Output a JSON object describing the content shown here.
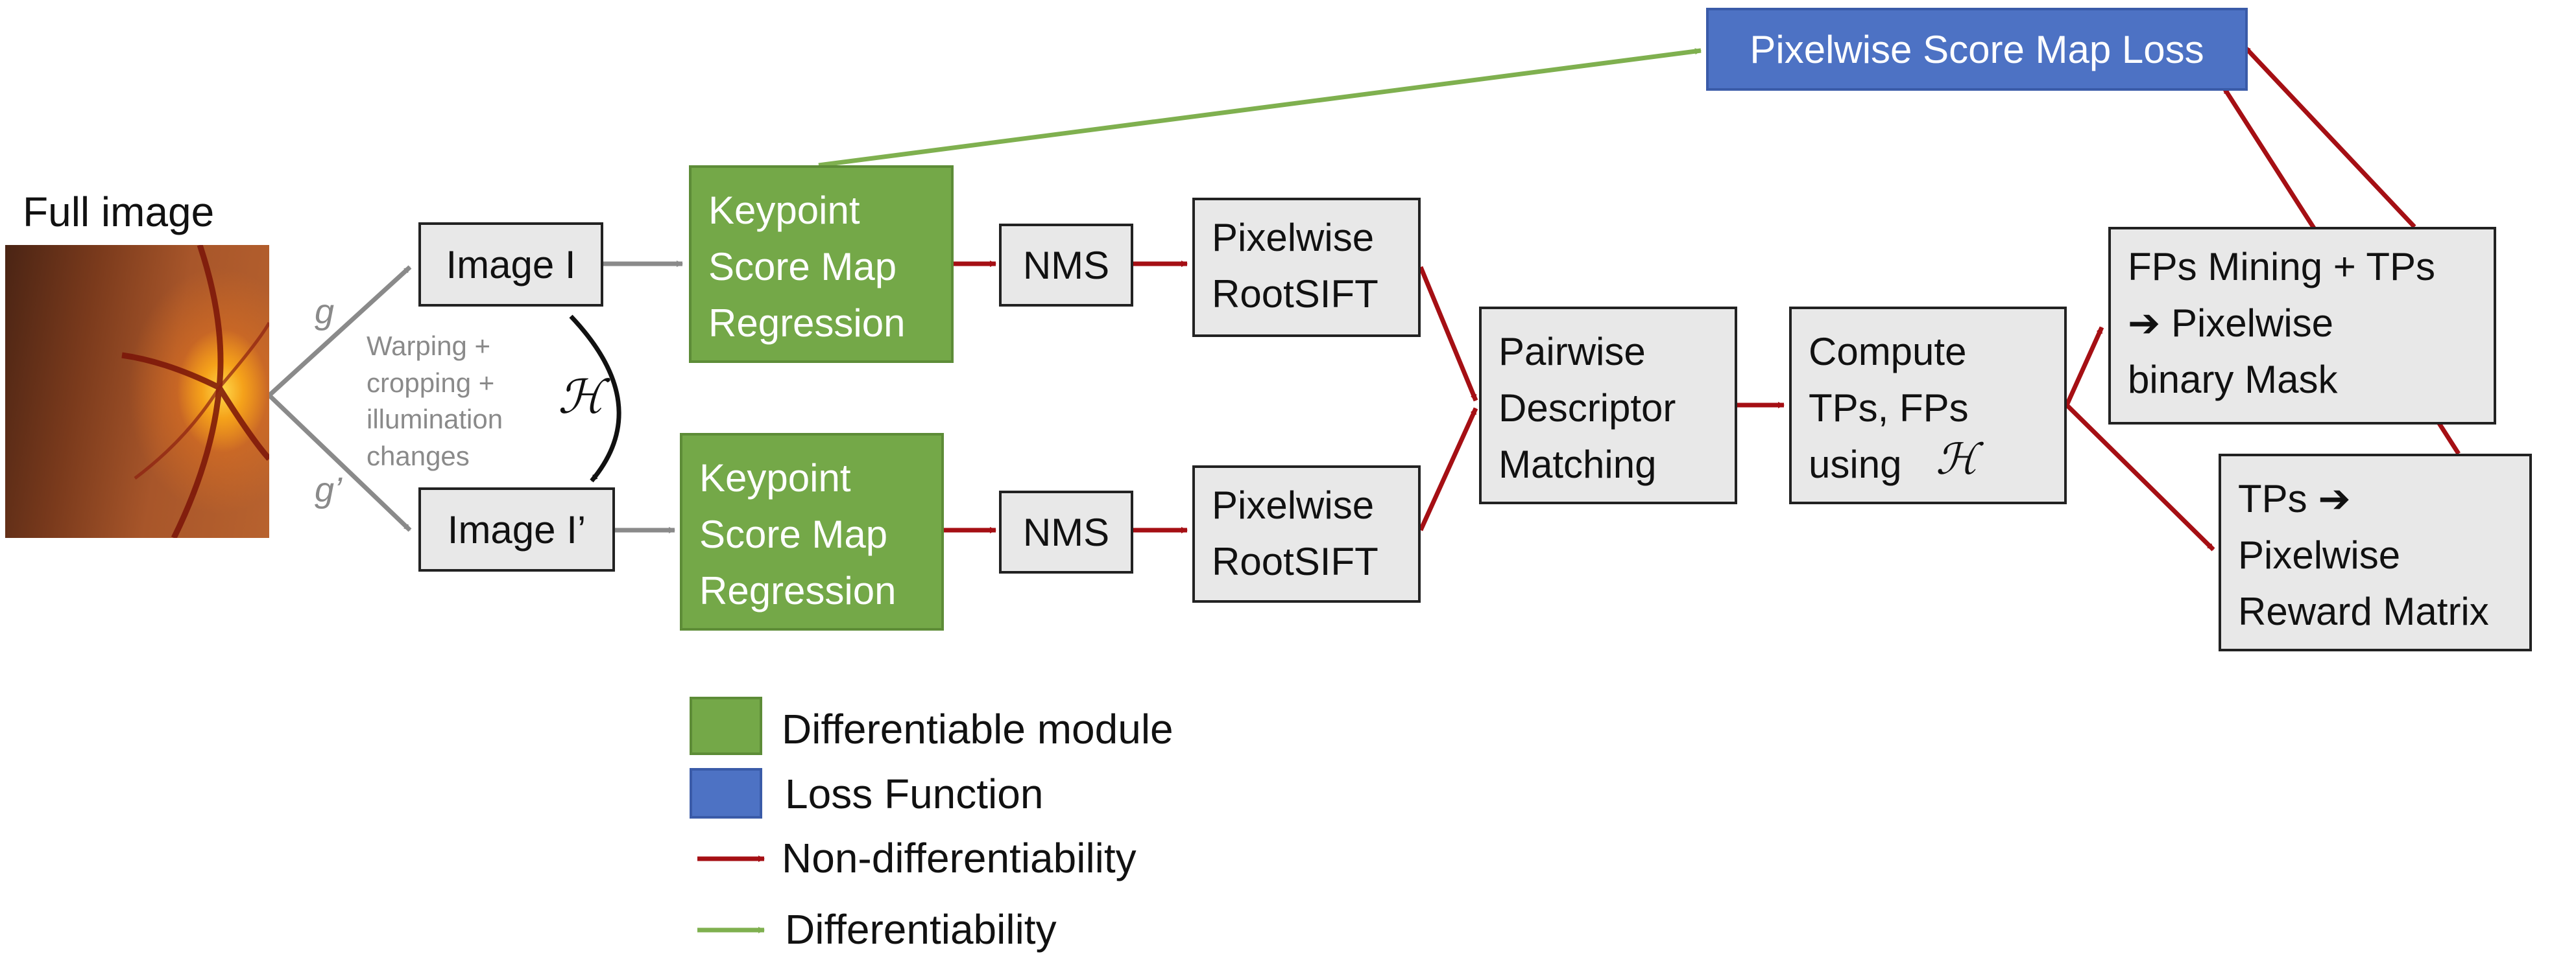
{
  "full_image": {
    "label": "Full image"
  },
  "labels": {
    "g": "g",
    "g_prime": "g’",
    "transform_note": "Warping +\ncropping +\nillumination\nchanges",
    "homography": "ℋ",
    "homography_inline": "ℋ"
  },
  "boxes": {
    "image_i": "Image I",
    "image_i_prime": "Image I’",
    "kp_top": "Keypoint\nScore Map\nRegression",
    "kp_bottom": "Keypoint\nScore Map\nRegression",
    "nms_top": "NMS",
    "nms_bottom": "NMS",
    "rootsift_top": "Pixelwise\nRootSIFT",
    "rootsift_bottom": "Pixelwise\nRootSIFT",
    "pairwise": "Pairwise\nDescriptor\nMatching",
    "compute": "Compute\nTPs, FPs\nusing",
    "fps_mining": "FPs Mining + TPs\n➔ Pixelwise\nbinary Mask",
    "tps_reward": "TPs ➔\nPixelwise\nReward Matrix",
    "loss": "Pixelwise Score Map Loss"
  },
  "legend": {
    "differentiable_module": "Differentiable module",
    "loss_function": "Loss Function",
    "non_differentiability": "Non-differentiability",
    "differentiability": "Differentiability"
  },
  "colors": {
    "green_module": "#74a848",
    "blue_loss": "#4d72c4",
    "red_arrow": "#a50f14",
    "green_arrow": "#7fb04f",
    "gray_arrow": "#8a8a8a",
    "box_fill": "#e8e8e8"
  },
  "icons": {
    "retina_photo": "fundus-image"
  }
}
